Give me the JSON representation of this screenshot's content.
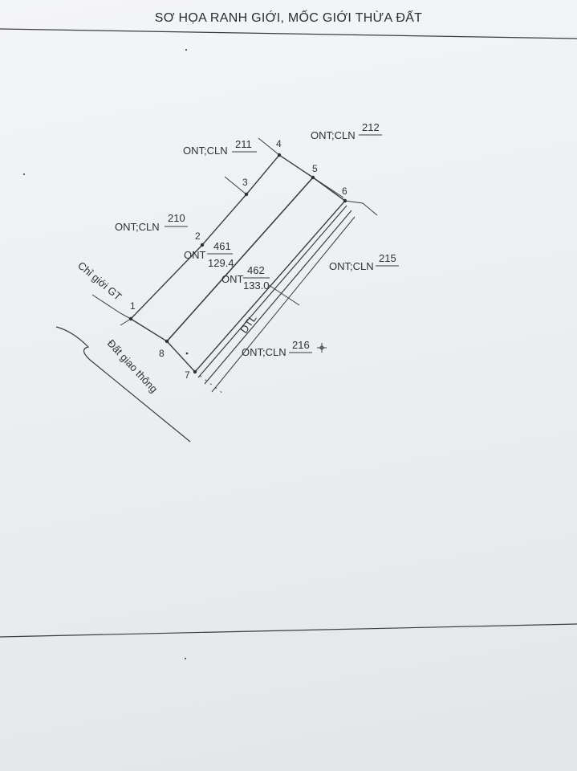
{
  "title": "SƠ HỌA RANH GIỚI, MỐC GIỚI THỪA ĐẤT",
  "neighbors": {
    "n211": {
      "prefix": "ONT;CLN",
      "number": "211"
    },
    "n212": {
      "prefix": "ONT;CLN",
      "number": "212"
    },
    "n210": {
      "prefix": "ONT;CLN",
      "number": "210"
    },
    "n215": {
      "prefix": "ONT;CLN",
      "number": "215"
    },
    "n216": {
      "prefix": "ONT;CLN",
      "number": "216"
    }
  },
  "parcels": {
    "p461": {
      "number": "461",
      "type": "ONT",
      "area": "129.4"
    },
    "p462": {
      "number": "462",
      "type": "ONT",
      "area": "133.0"
    }
  },
  "points": {
    "p1": "1",
    "p2": "2",
    "p3": "3",
    "p4": "4",
    "p5": "5",
    "p6": "6",
    "p7": "7",
    "p8": "8"
  },
  "labels": {
    "chi_gioi": "Chỉ giới GT",
    "dat_giao_thong": "Đất giao thông",
    "dtl": "DTL"
  }
}
